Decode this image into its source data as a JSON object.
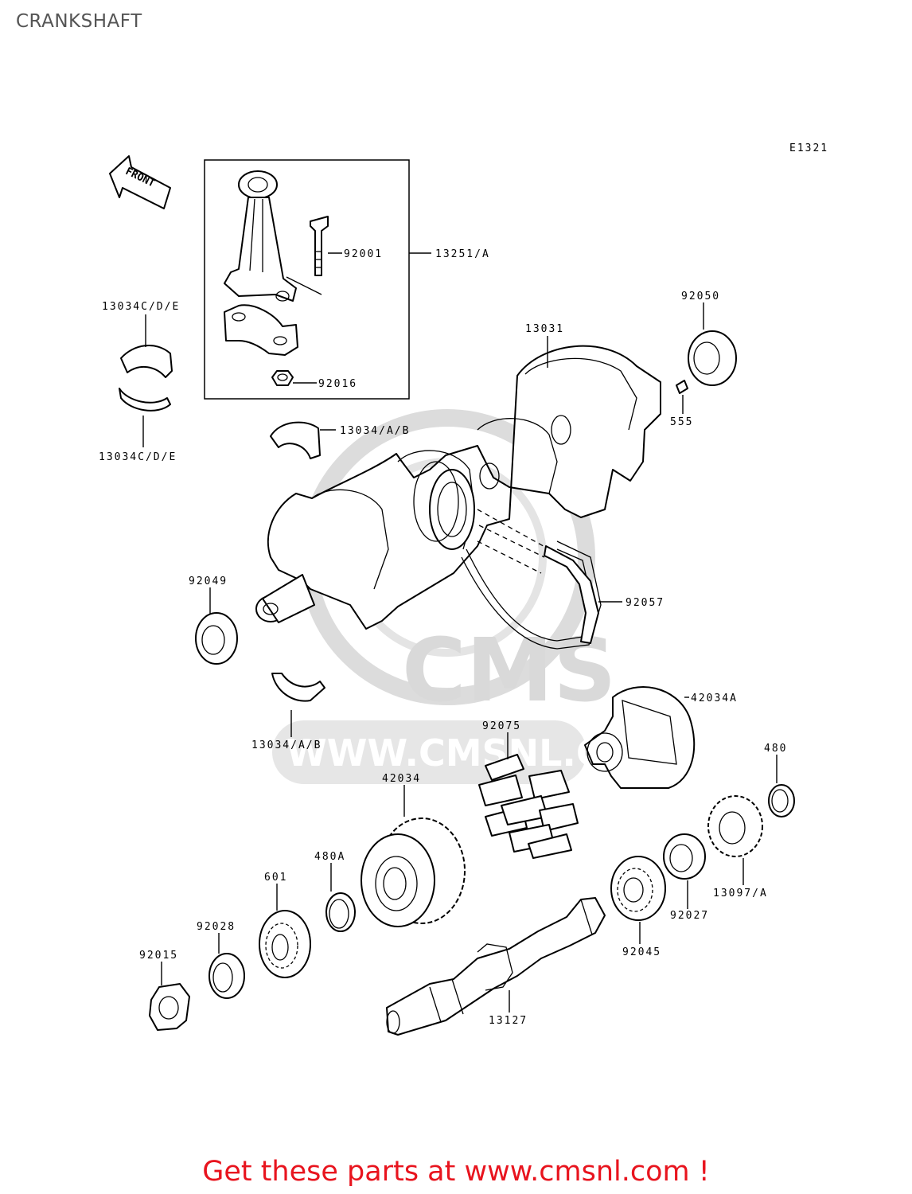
{
  "title": "CRANKSHAFT",
  "diagram_code": "E1321",
  "front_arrow_label": "FRONT",
  "watermark": {
    "logo_text": "CMS",
    "url_text": "WWW.CMSNL.COM"
  },
  "parts": {
    "p13251a": "13251/A",
    "p92001": "92001",
    "p92016": "92016",
    "p13034cde_top": "13034C/D/E",
    "p13034cde_bottom": "13034C/D/E",
    "p13034ab_top": "13034/A/B",
    "p13034ab_bottom": "13034/A/B",
    "p13031": "13031",
    "p92050": "92050",
    "p555": "555",
    "p92049": "92049",
    "p92057": "92057",
    "p42034a": "42034A",
    "p92075": "92075",
    "p480": "480",
    "p42034": "42034",
    "p480a": "480A",
    "p601": "601",
    "p92028": "92028",
    "p92015": "92015",
    "p13127": "13127",
    "p92045": "92045",
    "p92027": "92027",
    "p13097a": "13097/A"
  },
  "promo_text": "Get these parts at www.cmsnl.com !",
  "colors": {
    "promo": "#e8141e",
    "title": "#555555",
    "watermark": "#d9d9d9"
  }
}
